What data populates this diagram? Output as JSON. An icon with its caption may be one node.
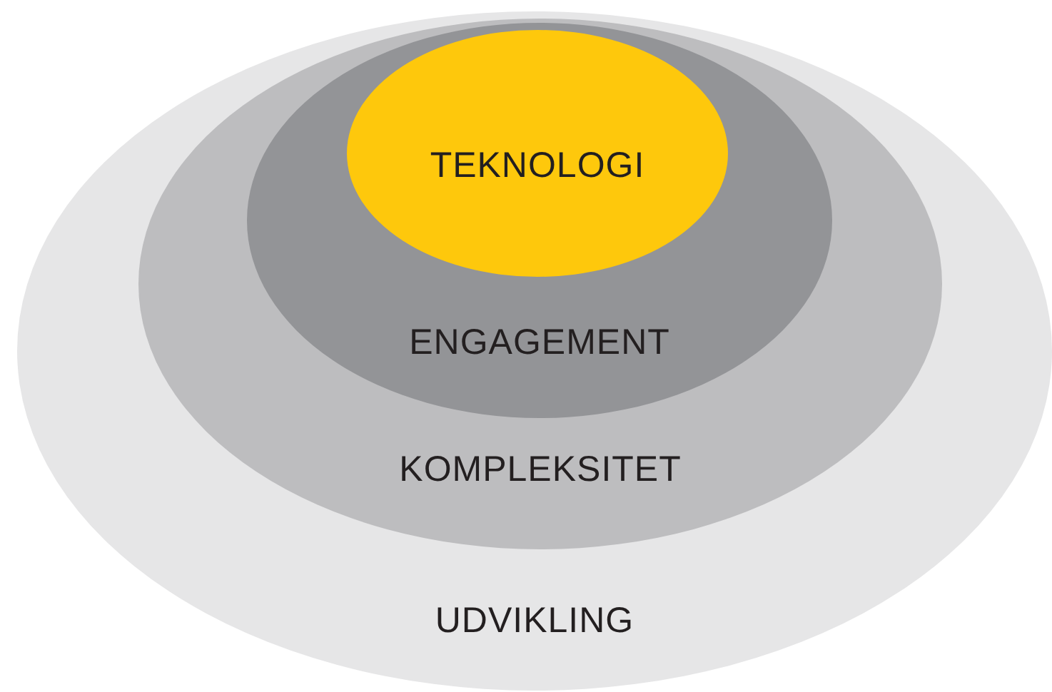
{
  "diagram": {
    "nodes": [
      {
        "text": [
          "UDVIKLING"
        ]
      },
      {
        "text": [
          "KOMPLEKSITET"
        ],
        "in": 0
      },
      {
        "text": [
          "ENGAGEMENT"
        ],
        "in": 1
      },
      {
        "text": [
          "TEKNOLOGI"
        ],
        "in": 2
      }
    ]
  }
}
